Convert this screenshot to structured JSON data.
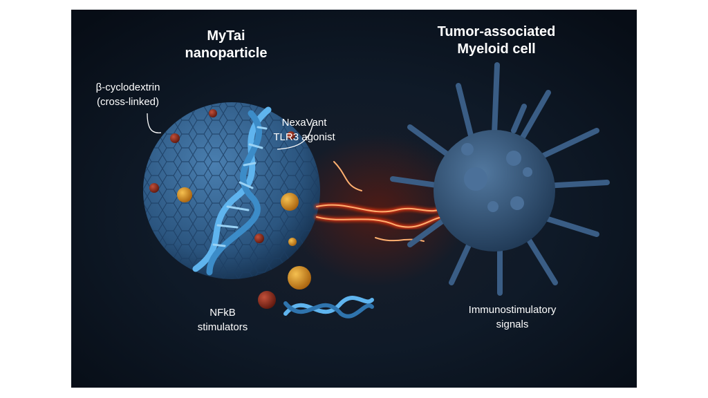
{
  "labels": {
    "nanoparticle_title": [
      "MyTai",
      "nanoparticle"
    ],
    "cell_title": [
      "Tumor-associated",
      "Myeloid cell"
    ],
    "cyclodextrin": [
      "β-cyclodextrin",
      "(cross-linked)"
    ],
    "agonist": [
      "NexaVant",
      "TLR3 agonist"
    ],
    "nfkb": [
      "NFkB",
      "stimulators"
    ],
    "signals": [
      "Immunostimulatory",
      "signals"
    ]
  },
  "colors": {
    "background": "#0b1420",
    "particle": "#2f5f8f",
    "dna": "#4ea3e0",
    "bead_orange": "#d9901c",
    "bead_red": "#8c2a1a",
    "signal": "#ff5a1a",
    "cell": "#3c5f87"
  }
}
